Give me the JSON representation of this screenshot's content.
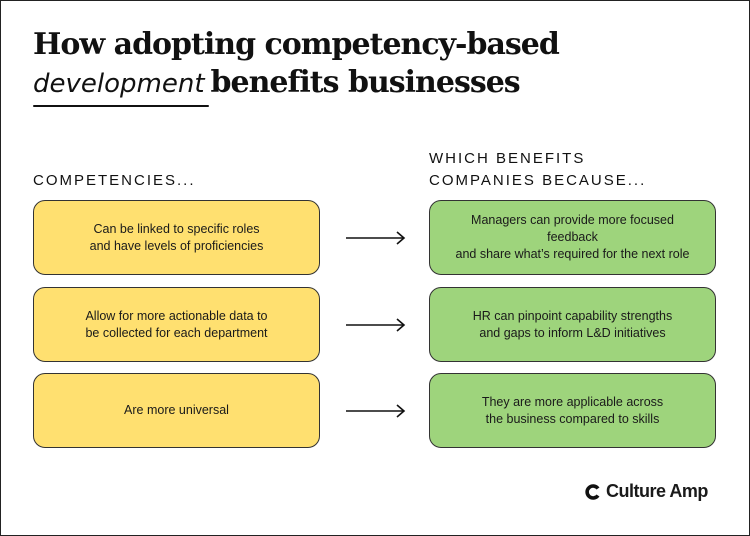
{
  "title": {
    "line1": "How adopting competency-based",
    "handwritten": "development",
    "line2_rest": "benefits businesses"
  },
  "left_heading": "COMPETENCIES...",
  "right_heading": [
    "WHICH BENEFITS",
    "COMPANIES BECAUSE..."
  ],
  "competencies": [
    [
      "Can be linked to specific roles",
      "and have levels of proficiencies"
    ],
    [
      "Allow for more actionable data to",
      "be collected for each department"
    ],
    [
      "Are more universal"
    ]
  ],
  "benefits": [
    [
      "Managers can provide more focused feedback",
      "and share what’s required for the next role"
    ],
    [
      "HR can pinpoint capability strengths",
      "and gaps to inform L&D initiatives"
    ],
    [
      "They are more applicable across",
      "the business compared to skills"
    ]
  ],
  "logo": "Culture Amp",
  "colors": {
    "competency_box": "#FFE070",
    "benefit_box": "#9ED47C"
  }
}
